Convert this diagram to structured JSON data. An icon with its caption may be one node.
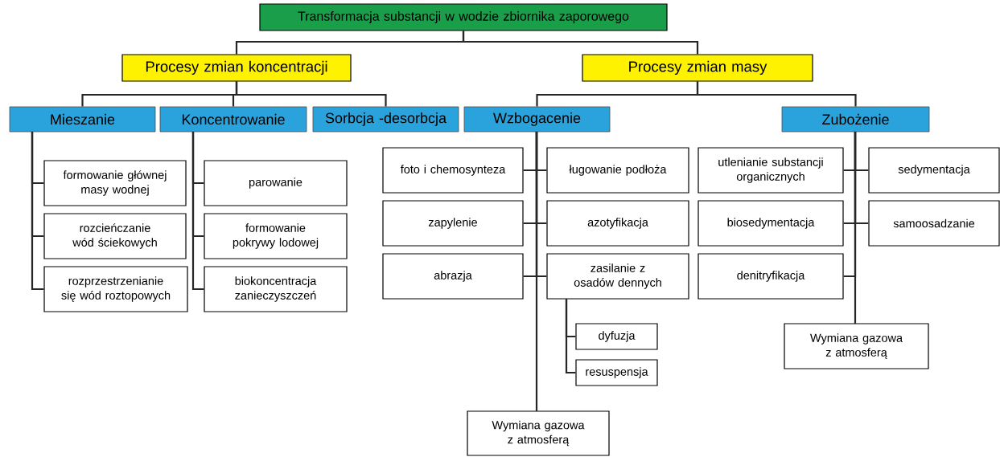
{
  "diagram": {
    "nodes": [
      {
        "text": [
          "Transformacja substancji w wodzie zbiornika zaporowego"
        ]
      },
      {
        "text": [
          "Procesy zmian koncentracji"
        ]
      },
      {
        "text": [
          "Procesy zmian masy"
        ]
      },
      {
        "text": [
          "Mieszanie"
        ]
      },
      {
        "text": [
          "Koncentrowanie"
        ]
      },
      {
        "text": [
          "Sorbcja -desorbcja"
        ]
      },
      {
        "text": [
          "Wzbogacenie"
        ]
      },
      {
        "text": [
          "Zubożenie"
        ]
      },
      {
        "text": [
          "formowanie głównej masy wodnej"
        ]
      },
      {
        "text": [
          "rozcieńczanie wód ściekowych"
        ]
      },
      {
        "text": [
          "rozprzestrzenianie się wód roztopowych"
        ]
      },
      {
        "text": [
          "parowanie"
        ]
      },
      {
        "text": [
          "formowanie pokrywy lodowej"
        ]
      },
      {
        "text": [
          "biokoncentracja zanieczyszczeń"
        ]
      },
      {
        "text": [
          "foto i chemosynteza"
        ]
      },
      {
        "text": [
          "ługowanie podłoża"
        ]
      },
      {
        "text": [
          "zapylenie"
        ]
      },
      {
        "text": [
          "azotyfikacja"
        ]
      },
      {
        "text": [
          "abrazja"
        ]
      },
      {
        "text": [
          "zasilanie z osadów dennych"
        ]
      },
      {
        "text": [
          "dyfuzja"
        ]
      },
      {
        "text": [
          "resuspensja"
        ]
      },
      {
        "text": [
          "Wymiana gazowa z atmosferą"
        ]
      },
      {
        "text": [
          "utlenianie substancji organicznych"
        ]
      },
      {
        "text": [
          "sedymentacja"
        ]
      },
      {
        "text": [
          "biosedymentacja"
        ]
      },
      {
        "text": [
          "samoosadzanie"
        ]
      },
      {
        "text": [
          "denitryfikacja"
        ]
      },
      {
        "text": [
          "Wymiana gazowa z atmosferą"
        ]
      }
    ],
    "edges": [
      {
        "from": 0,
        "to": 1,
        "arrow": "none"
      },
      {
        "from": 0,
        "to": 2,
        "arrow": "none"
      },
      {
        "from": 1,
        "to": 3,
        "arrow": "none"
      },
      {
        "from": 1,
        "to": 4,
        "arrow": "none"
      },
      {
        "from": 1,
        "to": 5,
        "arrow": "none"
      },
      {
        "from": 2,
        "to": 6,
        "arrow": "none"
      },
      {
        "from": 2,
        "to": 7,
        "arrow": "none"
      },
      {
        "from": 3,
        "to": 8,
        "arrow": "none"
      },
      {
        "from": 3,
        "to": 9,
        "arrow": "none"
      },
      {
        "from": 3,
        "to": 10,
        "arrow": "none"
      },
      {
        "from": 4,
        "to": 11,
        "arrow": "none"
      },
      {
        "from": 4,
        "to": 12,
        "arrow": "none"
      },
      {
        "from": 4,
        "to": 13,
        "arrow": "none"
      },
      {
        "from": 6,
        "to": 14,
        "arrow": "none"
      },
      {
        "from": 6,
        "to": 15,
        "arrow": "none"
      },
      {
        "from": 6,
        "to": 16,
        "arrow": "none"
      },
      {
        "from": 6,
        "to": 17,
        "arrow": "none"
      },
      {
        "from": 6,
        "to": 18,
        "arrow": "none"
      },
      {
        "from": 6,
        "to": 19,
        "arrow": "none"
      },
      {
        "from": 19,
        "to": 20,
        "arrow": "none"
      },
      {
        "from": 19,
        "to": 21,
        "arrow": "none"
      },
      {
        "from": 6,
        "to": 22,
        "arrow": "none"
      },
      {
        "from": 7,
        "to": 23,
        "arrow": "none"
      },
      {
        "from": 7,
        "to": 24,
        "arrow": "none"
      },
      {
        "from": 7,
        "to": 25,
        "arrow": "none"
      },
      {
        "from": 7,
        "to": 26,
        "arrow": "none"
      },
      {
        "from": 7,
        "to": 27,
        "arrow": "none"
      },
      {
        "from": 7,
        "to": 28,
        "arrow": "none"
      }
    ]
  }
}
